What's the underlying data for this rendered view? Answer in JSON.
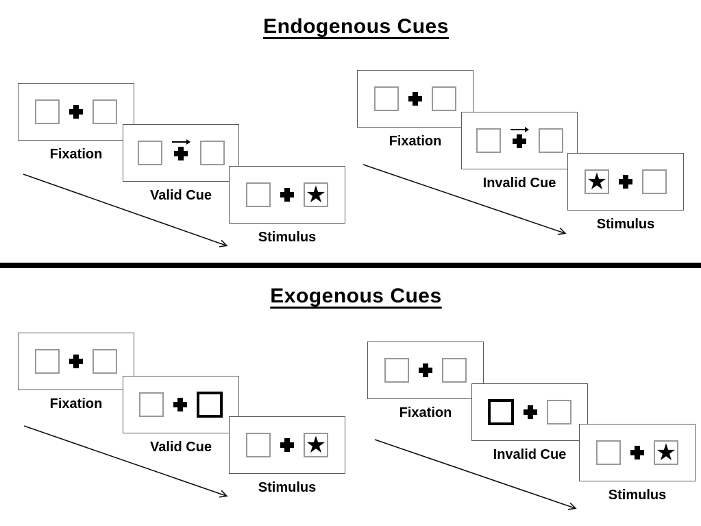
{
  "sections": [
    {
      "title": "Endogenous Cues",
      "sequences": [
        {
          "id": "endogenous-valid",
          "cards": [
            {
              "label": "Fixation",
              "slots": [
                "plain",
                "plus",
                "plain"
              ]
            },
            {
              "label": "Valid Cue",
              "slots": [
                "plain",
                "plus-arrow",
                "plain"
              ]
            },
            {
              "label": "Stimulus",
              "slots": [
                "plain",
                "plus",
                "star"
              ]
            }
          ]
        },
        {
          "id": "endogenous-invalid",
          "cards": [
            {
              "label": "Fixation",
              "slots": [
                "plain",
                "plus",
                "plain"
              ]
            },
            {
              "label": "Invalid Cue",
              "slots": [
                "plain",
                "plus-arrow",
                "plain"
              ]
            },
            {
              "label": "Stimulus",
              "slots": [
                "star",
                "plus",
                "plain"
              ]
            }
          ]
        }
      ]
    },
    {
      "title": "Exogenous Cues",
      "sequences": [
        {
          "id": "exogenous-valid",
          "cards": [
            {
              "label": "Fixation",
              "slots": [
                "plain",
                "plus",
                "plain"
              ]
            },
            {
              "label": "Valid Cue",
              "slots": [
                "plain",
                "plus",
                "bold"
              ]
            },
            {
              "label": "Stimulus",
              "slots": [
                "plain",
                "plus",
                "star"
              ]
            }
          ]
        },
        {
          "id": "exogenous-invalid",
          "cards": [
            {
              "label": "Fixation",
              "slots": [
                "plain",
                "plus",
                "plain"
              ]
            },
            {
              "label": "Invalid Cue",
              "slots": [
                "bold",
                "plus",
                "plain"
              ]
            },
            {
              "label": "Stimulus",
              "slots": [
                "plain",
                "plus",
                "star"
              ]
            }
          ]
        }
      ]
    }
  ],
  "glyphs": {
    "star": "★"
  },
  "colors": {
    "ink": "#000000",
    "card_border": "#595959",
    "square_border": "#999999",
    "bold_square_border": "#000000",
    "background": "#ffffff"
  }
}
